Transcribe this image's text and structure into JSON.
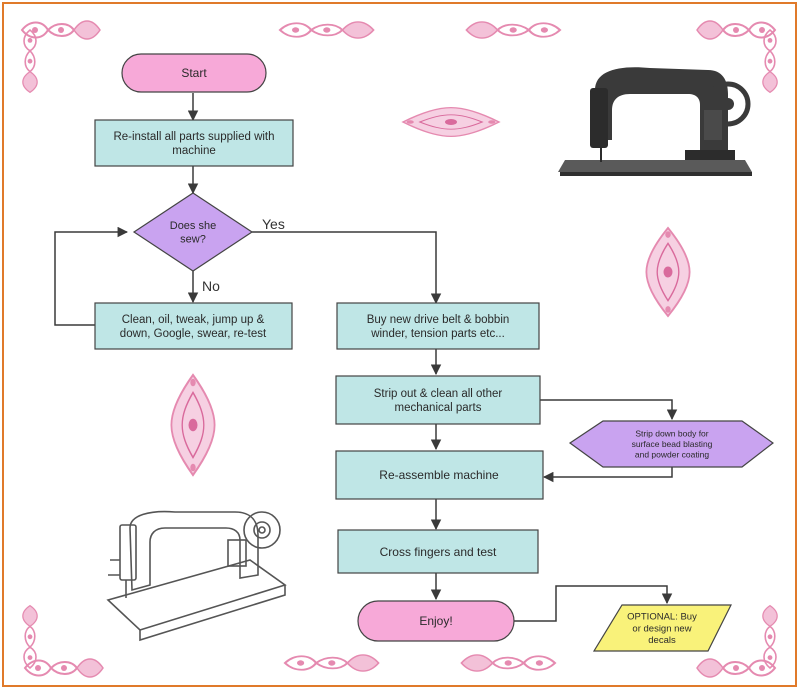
{
  "diagram": {
    "type": "flowchart",
    "nodes": {
      "start": {
        "text": [
          "Start"
        ],
        "shape": "terminator",
        "fill": "#f7a9d8"
      },
      "reinstall": {
        "text": [
          "Re-install all parts supplied with",
          "machine"
        ],
        "shape": "process",
        "fill": "#bfe6e6"
      },
      "decision": {
        "text": [
          "Does she",
          "sew?"
        ],
        "shape": "decision",
        "fill": "#c9a3f0"
      },
      "clean": {
        "text": [
          "Clean, oil, tweak, jump up &",
          "down, Google, swear, re-test"
        ],
        "shape": "process",
        "fill": "#bfe6e6"
      },
      "buy": {
        "text": [
          "Buy new drive belt & bobbin",
          "winder, tension parts etc..."
        ],
        "shape": "process",
        "fill": "#bfe6e6"
      },
      "strip": {
        "text": [
          "Strip out & clean all other",
          "mechanical parts"
        ],
        "shape": "process",
        "fill": "#bfe6e6"
      },
      "stripbody": {
        "text": [
          "Strip down body for",
          "surface bead blasting",
          "and powder coating"
        ],
        "shape": "hexagon",
        "fill": "#c9a3f0"
      },
      "reassemble": {
        "text": [
          "Re-assemble machine"
        ],
        "shape": "process",
        "fill": "#bfe6e6"
      },
      "cross": {
        "text": [
          "Cross fingers and test"
        ],
        "shape": "process",
        "fill": "#bfe6e6"
      },
      "enjoy": {
        "text": [
          "Enjoy!"
        ],
        "shape": "terminator",
        "fill": "#f7a9d8"
      },
      "optional": {
        "text": [
          "OPTIONAL: Buy",
          "or design new",
          "decals"
        ],
        "shape": "parallelogram",
        "fill": "#f9f27a"
      }
    },
    "edge_labels": {
      "yes": "Yes",
      "no": "No"
    },
    "colors": {
      "border": "#e07a2a",
      "line": "#3a3a3a",
      "ornament": "#e58ab0",
      "machine_dark": "#3a3a3a",
      "machine_sketch": "#555555"
    },
    "icons": [
      "ornament-scroll",
      "vintage-sewing-machine",
      "sketch-sewing-machine"
    ]
  }
}
